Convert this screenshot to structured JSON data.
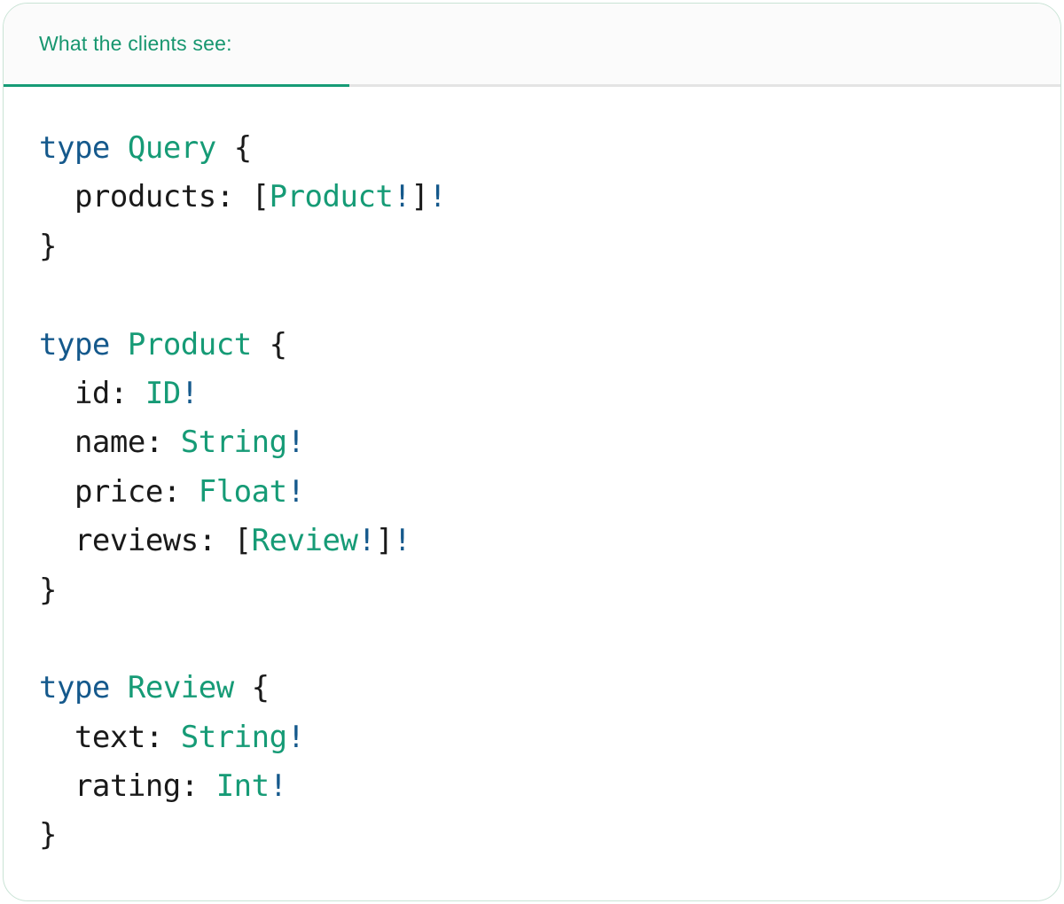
{
  "panel": {
    "tab": {
      "label": "What the clients see:"
    },
    "colors": {
      "keyword": "#15598c",
      "typename": "#169b76",
      "bang": "#15598c",
      "plain": "#1a1a1a",
      "tab_text": "#17966f",
      "tab_accent": "#169b76",
      "tab_rest": "#e4e4e4",
      "card_border": "#c9e3d5",
      "card_bg": "#ffffff",
      "tabstrip_bg": "#fbfbfb"
    },
    "code": {
      "language": "graphql",
      "lines": [
        {
          "tokens": [
            {
              "text": "type",
              "role": "keyword"
            },
            {
              "text": " ",
              "role": "plain"
            },
            {
              "text": "Query",
              "role": "typename"
            },
            {
              "text": " {",
              "role": "plain"
            }
          ]
        },
        {
          "tokens": [
            {
              "text": "  products: [",
              "role": "plain"
            },
            {
              "text": "Product",
              "role": "typename"
            },
            {
              "text": "!",
              "role": "bang"
            },
            {
              "text": "]",
              "role": "plain"
            },
            {
              "text": "!",
              "role": "bang"
            }
          ]
        },
        {
          "tokens": [
            {
              "text": "}",
              "role": "plain"
            }
          ]
        },
        {
          "tokens": []
        },
        {
          "tokens": [
            {
              "text": "type",
              "role": "keyword"
            },
            {
              "text": " ",
              "role": "plain"
            },
            {
              "text": "Product",
              "role": "typename"
            },
            {
              "text": " {",
              "role": "plain"
            }
          ]
        },
        {
          "tokens": [
            {
              "text": "  id: ",
              "role": "plain"
            },
            {
              "text": "ID",
              "role": "typename"
            },
            {
              "text": "!",
              "role": "bang"
            }
          ]
        },
        {
          "tokens": [
            {
              "text": "  name: ",
              "role": "plain"
            },
            {
              "text": "String",
              "role": "typename"
            },
            {
              "text": "!",
              "role": "bang"
            }
          ]
        },
        {
          "tokens": [
            {
              "text": "  price: ",
              "role": "plain"
            },
            {
              "text": "Float",
              "role": "typename"
            },
            {
              "text": "!",
              "role": "bang"
            }
          ]
        },
        {
          "tokens": [
            {
              "text": "  reviews: [",
              "role": "plain"
            },
            {
              "text": "Review",
              "role": "typename"
            },
            {
              "text": "!",
              "role": "bang"
            },
            {
              "text": "]",
              "role": "plain"
            },
            {
              "text": "!",
              "role": "bang"
            }
          ]
        },
        {
          "tokens": [
            {
              "text": "}",
              "role": "plain"
            }
          ]
        },
        {
          "tokens": []
        },
        {
          "tokens": [
            {
              "text": "type",
              "role": "keyword"
            },
            {
              "text": " ",
              "role": "plain"
            },
            {
              "text": "Review",
              "role": "typename"
            },
            {
              "text": " {",
              "role": "plain"
            }
          ]
        },
        {
          "tokens": [
            {
              "text": "  text: ",
              "role": "plain"
            },
            {
              "text": "String",
              "role": "typename"
            },
            {
              "text": "!",
              "role": "bang"
            }
          ]
        },
        {
          "tokens": [
            {
              "text": "  rating: ",
              "role": "plain"
            },
            {
              "text": "Int",
              "role": "typename"
            },
            {
              "text": "!",
              "role": "bang"
            }
          ]
        },
        {
          "tokens": [
            {
              "text": "}",
              "role": "plain"
            }
          ]
        }
      ]
    }
  }
}
